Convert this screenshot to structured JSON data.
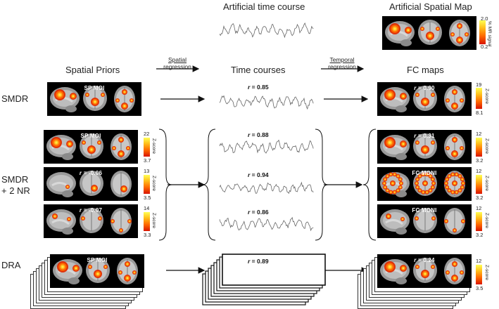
{
  "headers": {
    "artificial_time_course": "Artificial time course",
    "artificial_spatial_map": "Artificial Spatial Map",
    "spatial_priors": "Spatial Priors",
    "time_courses": "Time courses",
    "fc_maps": "FC maps"
  },
  "arrows": {
    "spatial_regression_line1": "Spatial",
    "spatial_regression_line2": "regression",
    "temporal_regression_line1": "Temporal",
    "temporal_regression_line2": "regression"
  },
  "rows": {
    "smdr": "SMDR",
    "smdr_nr_line1": "SMDR",
    "smdr_nr_line2": "+ 2 NR",
    "dra": "DRA"
  },
  "artificial_map_colorbar": {
    "max": "2.0",
    "min": "0.2",
    "unit": "% MR signal"
  },
  "smdr": {
    "prior_label": "SP MOI",
    "time_course_r": "0.85",
    "fc_r": "0.90",
    "fc_colorbar": {
      "max": "19",
      "min": "8.1",
      "unit": "Z-score"
    }
  },
  "smdr_nr": {
    "priors": [
      {
        "label": "SP MOI",
        "cb_max": "22",
        "cb_min": "3.7"
      },
      {
        "r": "-0.06",
        "cb_max": "13",
        "cb_min": "3.5"
      },
      {
        "r": "-0.07",
        "cb_max": "14",
        "cb_min": "3.3"
      }
    ],
    "time_course_r": [
      "0.88",
      "0.94",
      "0.86"
    ],
    "fc": [
      {
        "r": "0.31",
        "cb_max": "12",
        "cb_min": "3.2"
      },
      {
        "label": "FC MONI",
        "cb_max": "12",
        "cb_min": "3.2"
      },
      {
        "label": "FC MONI",
        "cb_max": "12",
        "cb_min": "3.2"
      }
    ],
    "cb_unit": "Z-score"
  },
  "dra": {
    "prior_label": "SP MOI",
    "time_course_r": "0.89",
    "fc_r": "0.24",
    "fc_colorbar": {
      "max": "12",
      "min": "3.5",
      "unit": "Z-score"
    }
  },
  "r_prefix": "r ="
}
